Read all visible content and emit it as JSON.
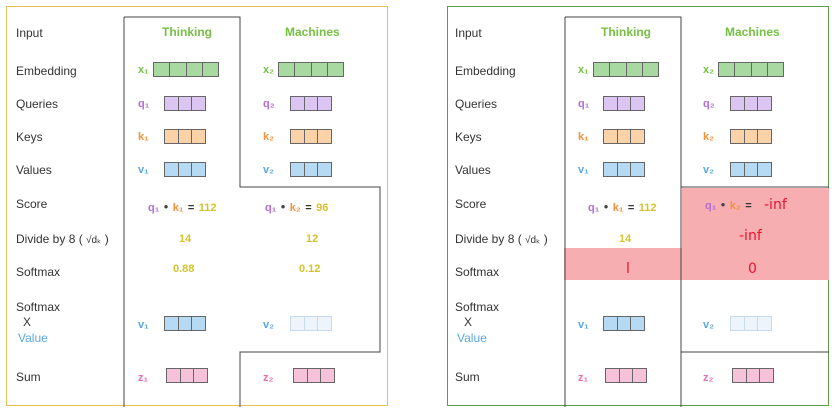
{
  "row_labels": {
    "input": "Input",
    "embedding": "Embedding",
    "queries": "Queries",
    "keys": "Keys",
    "values": "Values",
    "score": "Score",
    "divide": "Divide by 8 (",
    "divide_close": ")",
    "sqrt_dk": "√dₖ",
    "softmax": "Softmax",
    "softmax2_a": "Softmax",
    "softmax2_x": "X",
    "softmax2_value": "Value",
    "sum": "Sum"
  },
  "words": [
    "Thinking",
    "Machines"
  ],
  "vars": {
    "x1": "x₁",
    "x2": "x₂",
    "q1": "q₁",
    "q2": "q₂",
    "k1": "k₁",
    "k2": "k₂",
    "v1": "v₁",
    "v2": "v₂",
    "z1": "z₁",
    "z2": "z₂",
    "dot": "•",
    "eq": "="
  },
  "panel_left": {
    "score1": "112",
    "score2": "96",
    "div1": "14",
    "div2": "12",
    "soft1": "0.88",
    "soft2": "0.12"
  },
  "panel_right": {
    "score1": "112",
    "score2": "-inf",
    "div1": "14",
    "div2": "-inf",
    "soft1": "l",
    "soft2": "0"
  },
  "colors": {
    "embedding": "#a8d9a0",
    "queries": "#dcc5f2",
    "keys": "#fcd3a9",
    "values": "#b6d9f4",
    "values_faded": "#eef4fb",
    "sum": "#f5c2da",
    "word": "#76c043",
    "x_var": "#76c043",
    "q_var": "#b46fd6",
    "k_var": "#f0923d",
    "v_var": "#5aa8e0",
    "z_var": "#e86fb1",
    "number": "#d6c22e",
    "mask": "#f7aeb0",
    "mask_text": "#e8142c",
    "left_border": "#e6c15a",
    "right_border": "#5e9c4a"
  }
}
